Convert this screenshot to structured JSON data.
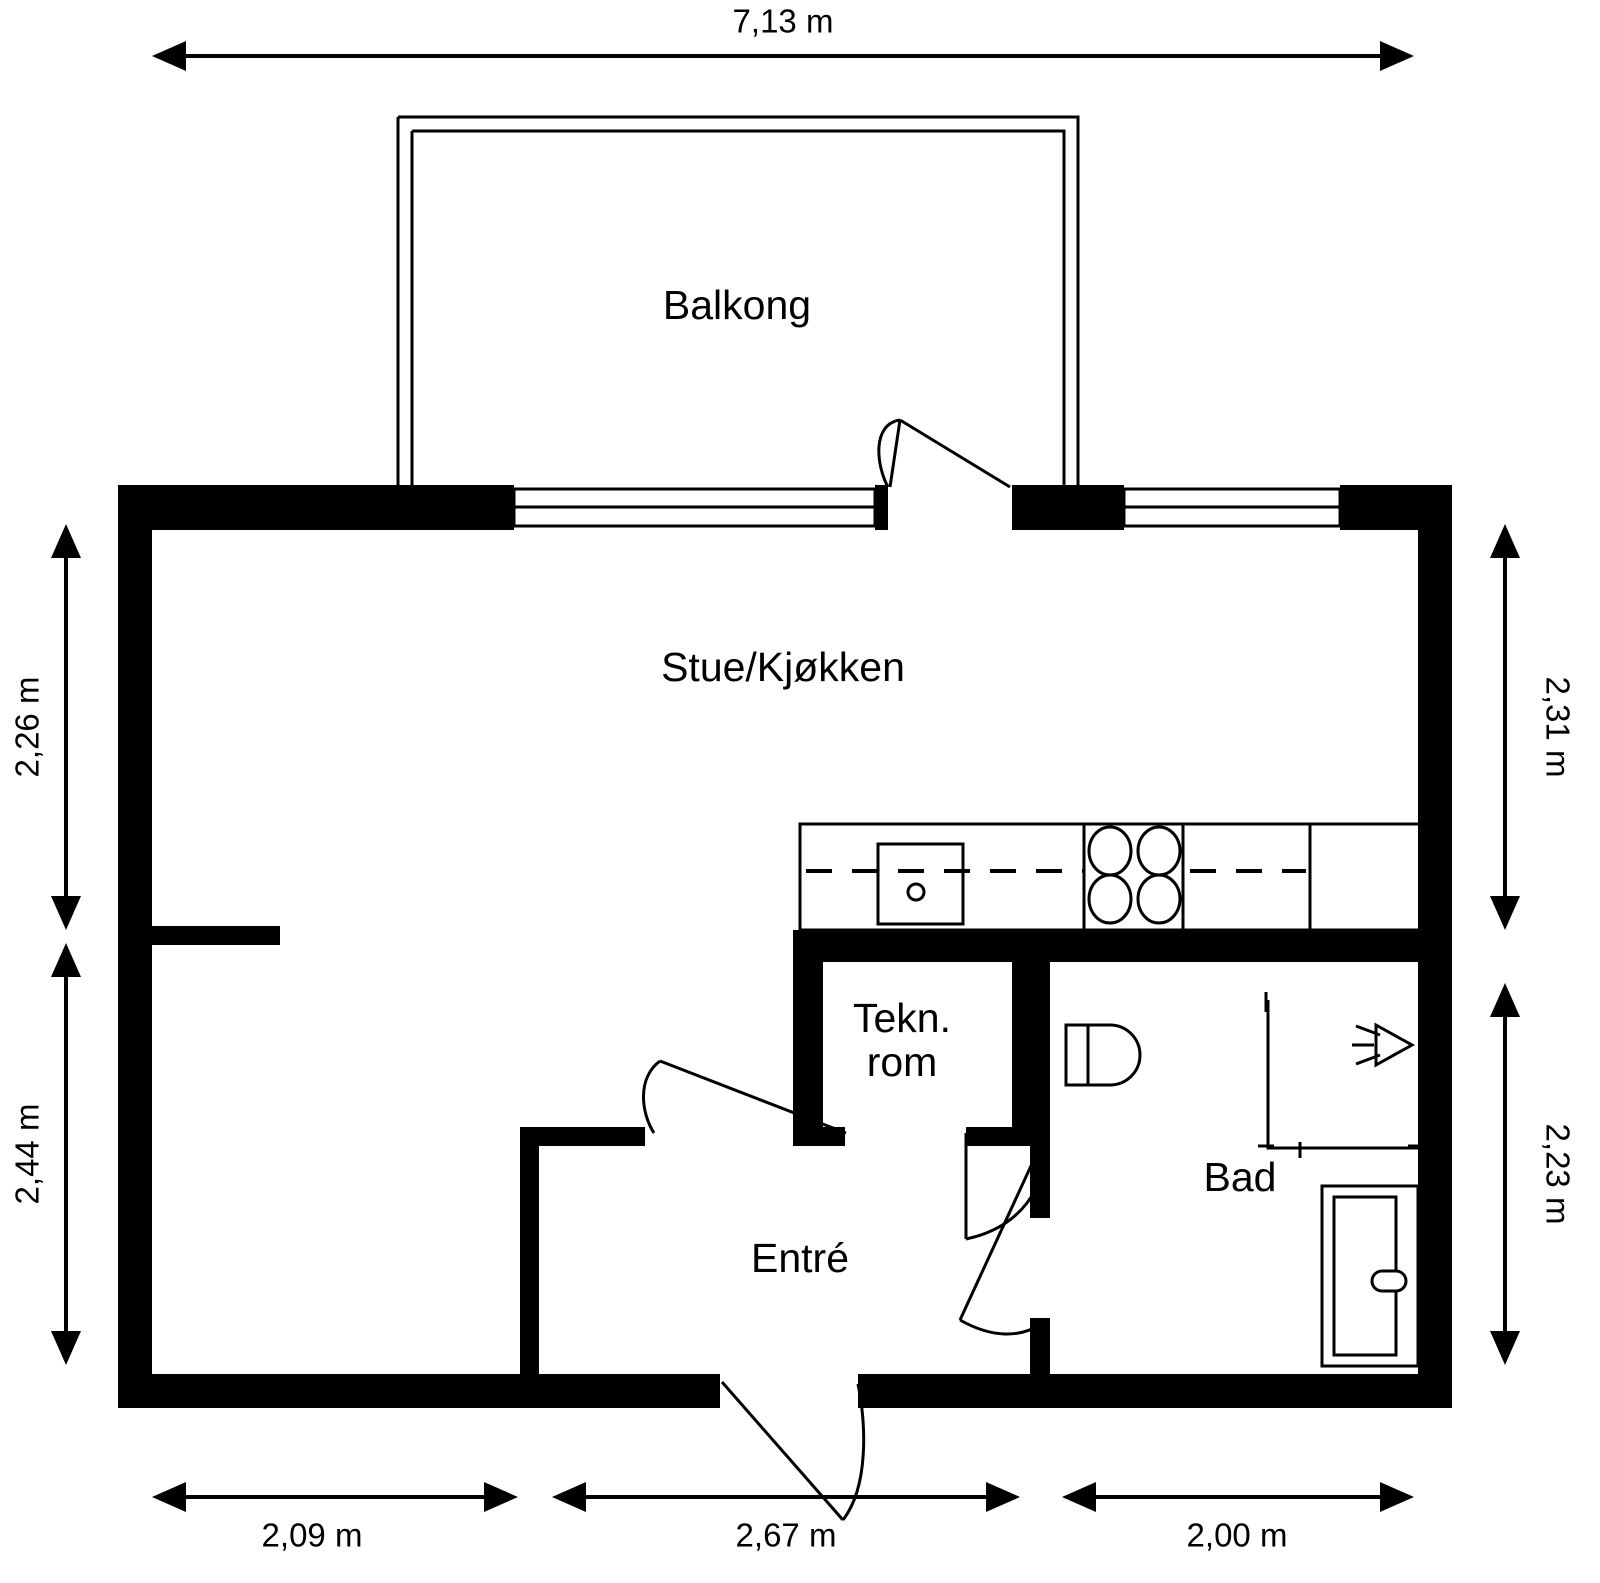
{
  "plan": {
    "type": "floor-plan",
    "units": "m",
    "rooms": [
      {
        "id": "balkong",
        "label": "Balkong"
      },
      {
        "id": "stue-kjokken",
        "label": "Stue/Kjøkken"
      },
      {
        "id": "tekn-rom",
        "label_line1": "Tekn.",
        "label_line2": "rom"
      },
      {
        "id": "entre",
        "label": "Entré"
      },
      {
        "id": "bad",
        "label": "Bad"
      }
    ],
    "dimensions": {
      "top": [
        {
          "id": "overall-width",
          "value": "7,13 m"
        }
      ],
      "left": [
        {
          "id": "left-upper",
          "value": "2,26 m"
        },
        {
          "id": "left-lower",
          "value": "2,44 m"
        }
      ],
      "right": [
        {
          "id": "right-upper",
          "value": "2,31 m"
        },
        {
          "id": "right-lower",
          "value": "2,23 m"
        }
      ],
      "bottom": [
        {
          "id": "bottom-left",
          "value": "2,09 m"
        },
        {
          "id": "bottom-mid",
          "value": "2,67 m"
        },
        {
          "id": "bottom-right",
          "value": "2,00 m"
        }
      ]
    },
    "fixtures": [
      {
        "id": "kitchen-sink",
        "name": "sink-fixture"
      },
      {
        "id": "kitchen-stove",
        "name": "stove-fixture"
      },
      {
        "id": "toilet",
        "name": "toilet-fixture"
      },
      {
        "id": "washer",
        "name": "washing-machine-fixture"
      },
      {
        "id": "shower",
        "name": "shower-fixture"
      }
    ],
    "colors": {
      "wall": "#000000",
      "background": "#ffffff",
      "line": "#000000"
    }
  }
}
